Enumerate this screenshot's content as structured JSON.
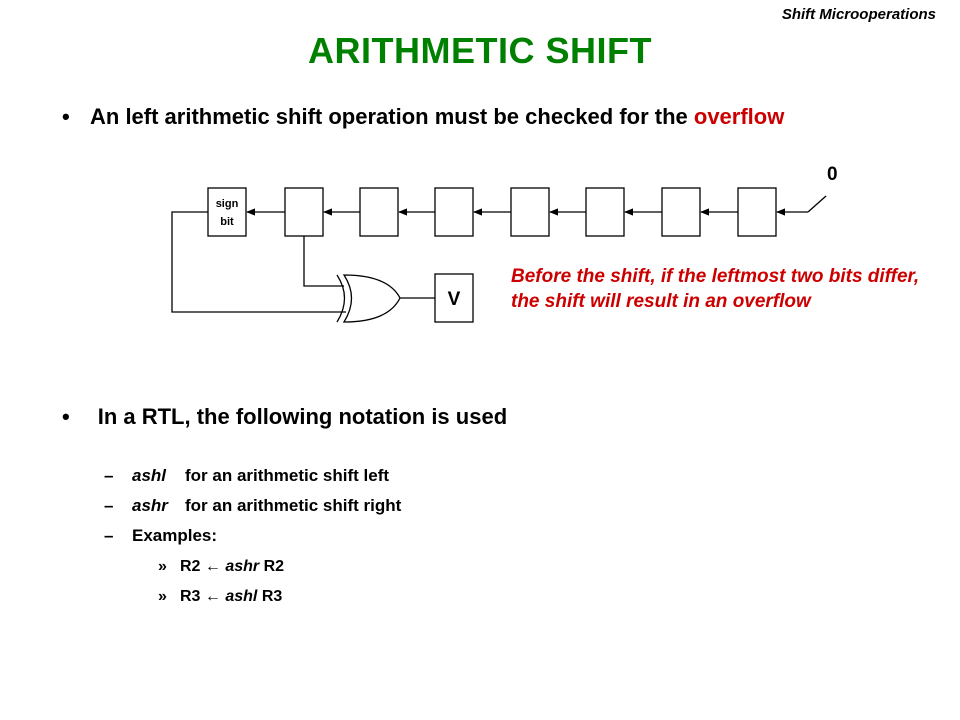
{
  "header": "Shift Microoperations",
  "title": "ARITHMETIC SHIFT",
  "bullet1": {
    "marker": "•",
    "text": "An left arithmetic shift operation must be checked for the ",
    "highlight": "overflow"
  },
  "diagram": {
    "input_value": "0",
    "sign_bit_line1": "sign",
    "sign_bit_line2": "bit",
    "overflow_register": "V",
    "note": "Before the shift, if the leftmost two bits differ, the shift will result in an overflow"
  },
  "bullet2": {
    "marker": "•",
    "text": "In a RTL, the following notation is used"
  },
  "notation": [
    {
      "dash": "–",
      "keyword": "ashl",
      "desc": "for an arithmetic shift left"
    },
    {
      "dash": "–",
      "keyword": "ashr",
      "desc": "for an arithmetic shift right"
    },
    {
      "dash": "–",
      "keyword": "",
      "desc": "Examples:"
    }
  ],
  "examples": [
    {
      "marker": "»",
      "dest": "R2 ",
      "arrow": "←",
      "op": " ashr",
      "src": " R2"
    },
    {
      "marker": "»",
      "dest": "R3 ",
      "arrow": "←",
      "op": " ashl",
      "src": " R3"
    }
  ]
}
